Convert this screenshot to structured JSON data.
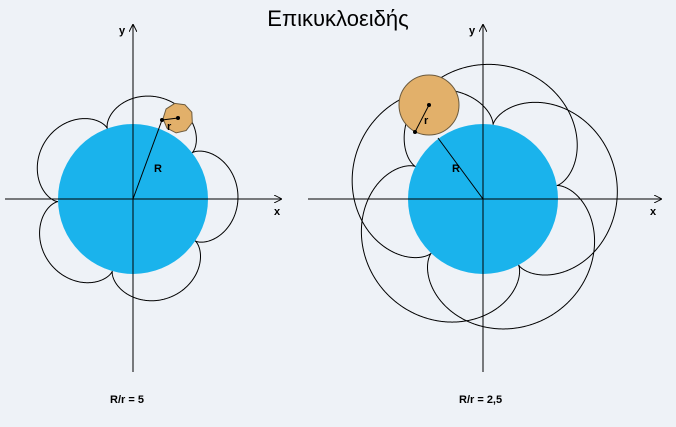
{
  "title": "Επικυκλοειδής",
  "colors": {
    "background": "#eef2f7",
    "fixed_circle": "#1ab3ec",
    "rolling_circle": "#e2b06a",
    "rolling_circle_stroke": "#6b5a3e",
    "curve": "#000000"
  },
  "diagrams": [
    {
      "ratio_label": "R/r = 5",
      "x_label": "x",
      "y_label": "y",
      "R_label": "R",
      "r_label": "r",
      "ratio": 5
    },
    {
      "ratio_label": "R/r = 2,5",
      "x_label": "x",
      "y_label": "y",
      "R_label": "R",
      "r_label": "r",
      "ratio": 2.5
    }
  ]
}
